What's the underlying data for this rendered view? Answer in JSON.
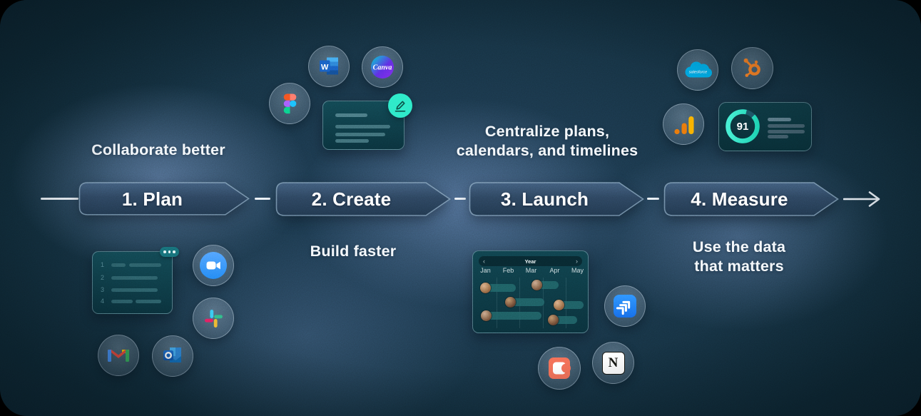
{
  "flow": {
    "stages": [
      {
        "label": "1. Plan"
      },
      {
        "label": "2. Create"
      },
      {
        "label": "3. Launch"
      },
      {
        "label": "4. Measure"
      }
    ]
  },
  "captions": {
    "plan": "Collaborate better",
    "create": "Build faster",
    "launch_line1": "Centralize plans,",
    "launch_line2": "calendars, and timelines",
    "measure_line1": "Use the data",
    "measure_line2": "that matters"
  },
  "plan_cluster": {
    "task_list_card": {
      "row_numbers": [
        "1",
        "2",
        "3",
        "4"
      ]
    },
    "app_icons": [
      "zoom",
      "slack",
      "gmail",
      "outlook"
    ]
  },
  "create_cluster": {
    "app_icons": [
      "word",
      "canva",
      "figma"
    ],
    "word_monogram": "W",
    "canva_wordmark": "Canva",
    "doc_card": {
      "edit_button": "pencil"
    }
  },
  "launch_cluster": {
    "calendar_card": {
      "view_label": "Year",
      "prev_glyph": "‹",
      "next_glyph": "›",
      "months": [
        "Jan",
        "Feb",
        "Mar",
        "Apr",
        "May"
      ]
    },
    "app_icons": [
      "jira",
      "coda",
      "notion"
    ],
    "notion_monogram": "N"
  },
  "measure_cluster": {
    "app_icons": [
      "salesforce",
      "hubspot",
      "google-analytics"
    ],
    "salesforce_wordmark": "salesforce",
    "score_card": {
      "score": "91"
    }
  },
  "colors": {
    "accent_mint": "#2BE8C2",
    "banner_border": "#a8c2dc",
    "card_teal": "#0e3b44",
    "background": "#0f2833",
    "glow_blue": "#7d96be",
    "text": "#f3f7fb"
  }
}
